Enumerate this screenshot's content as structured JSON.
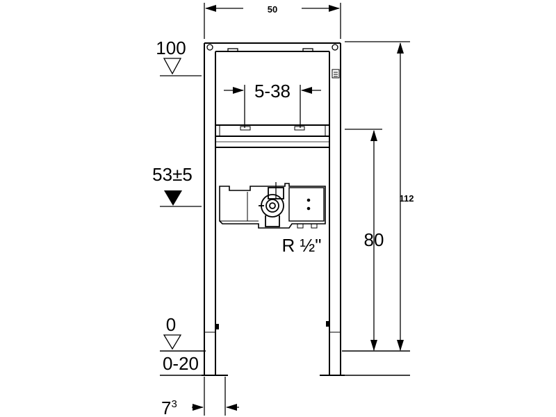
{
  "dimensions": {
    "width_top": "50",
    "level_top": "100",
    "adjust_range": "5-38",
    "connection_height": "53±5",
    "height_total": "112",
    "height_rail": "80",
    "thread": "R ½\"",
    "level_zero": "0",
    "floor_range": "0-20",
    "foot_width_base": "7",
    "foot_width_sup": "3"
  },
  "colors": {
    "line": "#000000",
    "background": "#ffffff"
  },
  "icons": {
    "level_marker": "triangle-down-outline",
    "level_marker_filled": "triangle-down-filled",
    "arrowhead": "arrow-filled"
  }
}
